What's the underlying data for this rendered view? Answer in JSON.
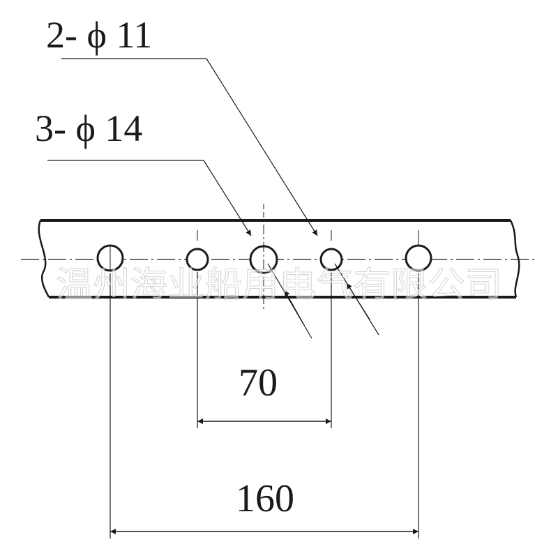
{
  "callouts": {
    "small_holes": "2- ϕ 11",
    "large_holes": "3- ϕ 14"
  },
  "dimensions": {
    "inner_spacing": "70",
    "outer_spacing": "160"
  },
  "watermark": "温州海业船用电气有限公司",
  "colors": {
    "line": "#1a1a1a",
    "background": "#ffffff"
  }
}
